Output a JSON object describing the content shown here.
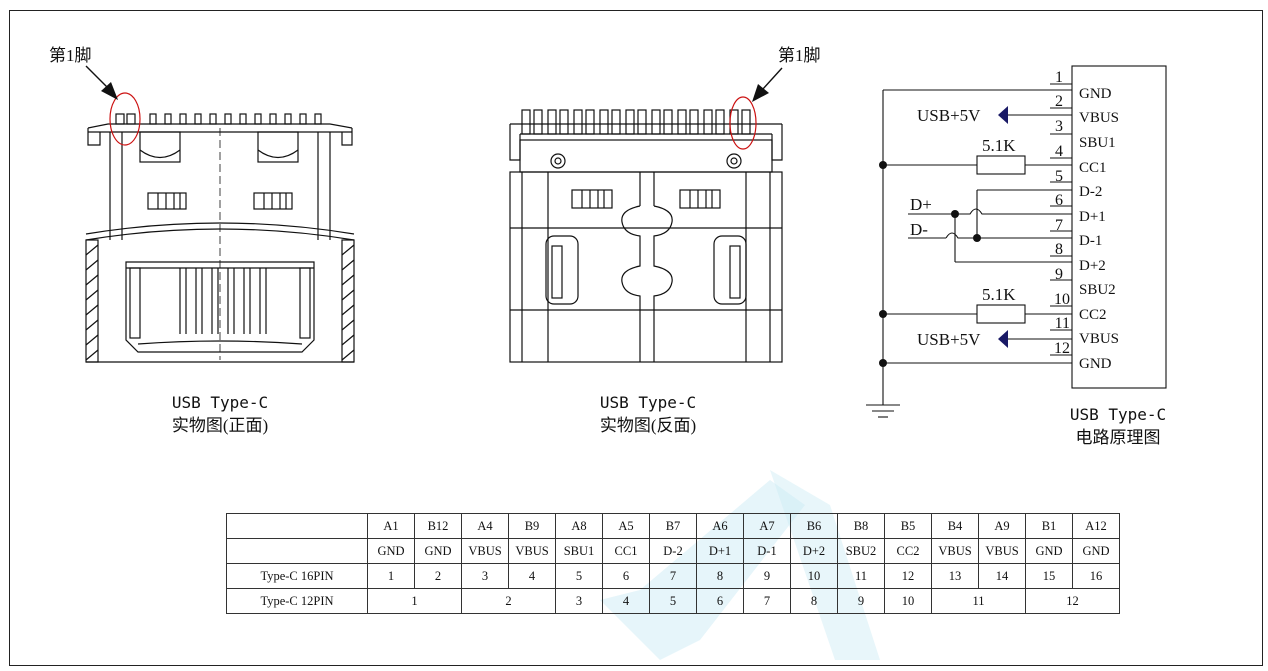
{
  "pin1_label": "第1脚",
  "captions": {
    "front": {
      "line1": "USB Type-C",
      "line2": "实物图(正面)"
    },
    "back": {
      "line1": "USB Type-C",
      "line2": "实物图(反面)"
    },
    "schematic": {
      "line1": "USB Type-C",
      "line2": "电路原理图"
    }
  },
  "schematic": {
    "pins": [
      {
        "num": "1",
        "name": "GND"
      },
      {
        "num": "2",
        "name": "VBUS"
      },
      {
        "num": "3",
        "name": "SBU1"
      },
      {
        "num": "4",
        "name": "CC1"
      },
      {
        "num": "5",
        "name": "D-2"
      },
      {
        "num": "6",
        "name": "D+1"
      },
      {
        "num": "7",
        "name": "D-1"
      },
      {
        "num": "8",
        "name": "D+2"
      },
      {
        "num": "9",
        "name": "SBU2"
      },
      {
        "num": "10",
        "name": "CC2"
      },
      {
        "num": "11",
        "name": "VBUS"
      },
      {
        "num": "12",
        "name": "GND"
      }
    ],
    "power_label": "USB+5V",
    "resistor_label": "5.1K",
    "dplus_label": "D+",
    "dminus_label": "D-"
  },
  "pin_table": {
    "top_codes": [
      "A1",
      "B12",
      "A4",
      "B9",
      "A8",
      "A5",
      "B7",
      "A6",
      "A7",
      "B6",
      "B8",
      "B5",
      "B4",
      "A9",
      "B1",
      "A12"
    ],
    "signals": [
      "GND",
      "GND",
      "VBUS",
      "VBUS",
      "SBU1",
      "CC1",
      "D-2",
      "D+1",
      "D-1",
      "D+2",
      "SBU2",
      "CC2",
      "VBUS",
      "VBUS",
      "GND",
      "GND"
    ],
    "row16_label": "Type-C 16PIN",
    "row16": [
      "1",
      "2",
      "3",
      "4",
      "5",
      "6",
      "7",
      "8",
      "9",
      "10",
      "11",
      "12",
      "13",
      "14",
      "15",
      "16"
    ],
    "row12_label": "Type-C 12PIN",
    "row12": [
      {
        "value": "1",
        "span": 2
      },
      {
        "value": "2",
        "span": 2
      },
      {
        "value": "3",
        "span": 1
      },
      {
        "value": "4",
        "span": 1
      },
      {
        "value": "5",
        "span": 1
      },
      {
        "value": "6",
        "span": 1
      },
      {
        "value": "7",
        "span": 1
      },
      {
        "value": "8",
        "span": 1
      },
      {
        "value": "9",
        "span": 1
      },
      {
        "value": "10",
        "span": 1
      },
      {
        "value": "11",
        "span": 2
      },
      {
        "value": "12",
        "span": 2
      }
    ]
  },
  "colors": {
    "line": "#111111",
    "highlight": "#cc1111",
    "arrow": "#1a1a66",
    "watermark": "#bfe6f2"
  }
}
